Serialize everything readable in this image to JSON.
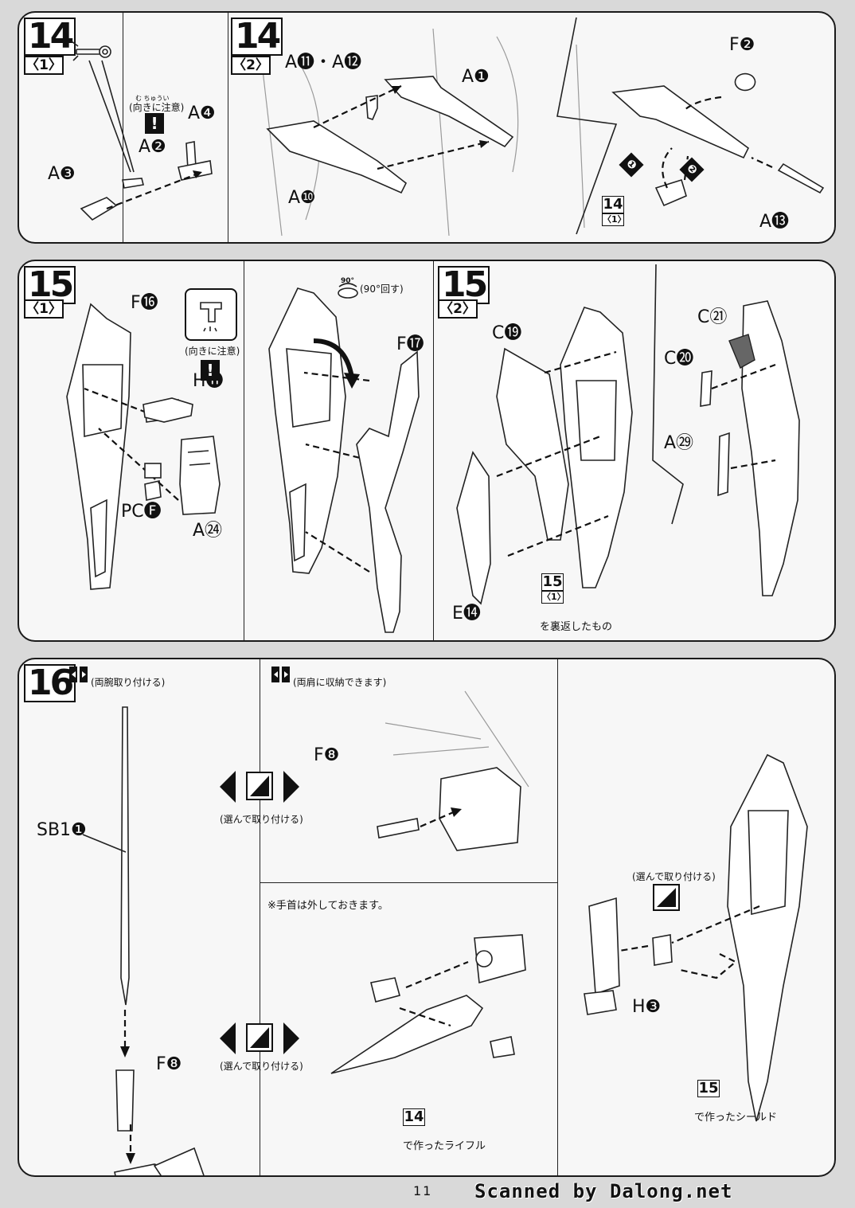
{
  "step14": {
    "number": "14",
    "sub1": {
      "label": "〈1〉",
      "caution": "(向きに注意)",
      "caution_ruby": "む ちゅうい",
      "warn": "!",
      "parts": [
        "A❸",
        "A❷",
        "A❹"
      ]
    },
    "sub2": {
      "label": "〈2〉",
      "parts": [
        "A⓫・A⓬",
        "A❶",
        "A❿",
        "F❷",
        "A⓭"
      ],
      "order": [
        "❶",
        "❷"
      ],
      "ref": {
        "num": "14",
        "sub": "〈1〉"
      }
    }
  },
  "step15": {
    "number": "15",
    "sub1": {
      "label": "〈1〉",
      "parts": [
        "F⓰",
        "H⓫",
        "PC🅕",
        "A㉔",
        "F⓱"
      ],
      "caution": "(向きに注意)",
      "warn": "!",
      "rotate_value": "90°",
      "rotate_note": "(90°回す)"
    },
    "sub2": {
      "label": "〈2〉",
      "parts": [
        "C⓳",
        "E⓮",
        "C㉑",
        "C⓴",
        "A㉙"
      ],
      "ref": {
        "num": "15",
        "sub": "〈1〉"
      },
      "ref_caption": "を裏返したもの"
    }
  },
  "step16": {
    "number": "16",
    "mode_left": "(両腕取り付ける)",
    "mode_right": "(両肩に収納できます)",
    "select_note": "(選んで取り付ける)",
    "parts": [
      "SB1❶",
      "F❽",
      "F❽",
      "H❸"
    ],
    "wrist_note": "※手首は外しておきます。",
    "rifle_ref": {
      "num": "14"
    },
    "rifle_caption": "で作ったライフル",
    "shield_ref": {
      "num": "15"
    },
    "shield_caption": "で作ったシールド"
  },
  "footer": {
    "page_number": "11",
    "credit": "Scanned by Dalong.net"
  }
}
